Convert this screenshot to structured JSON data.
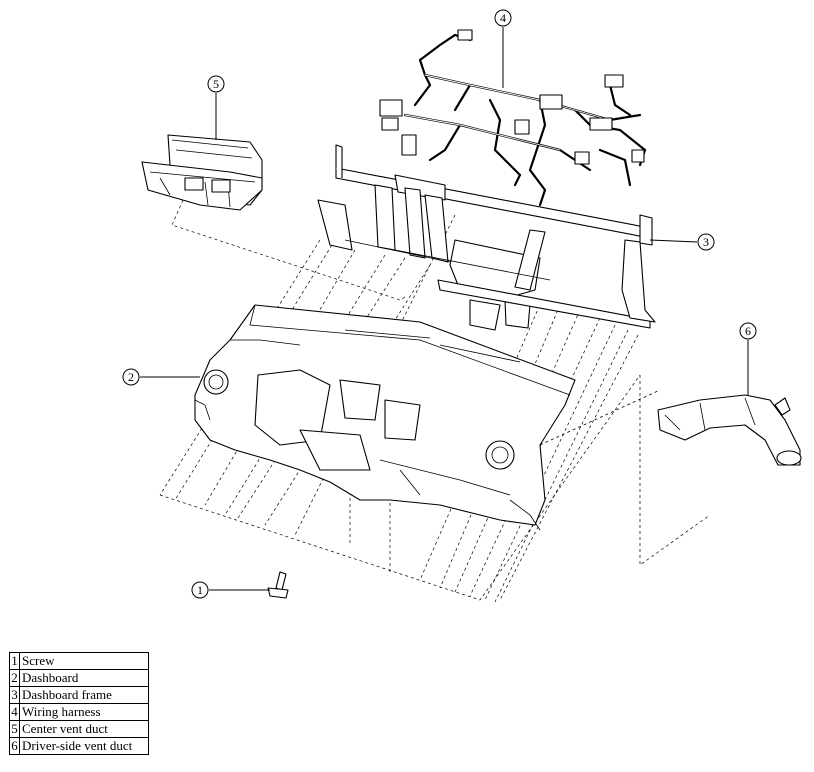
{
  "callouts": [
    {
      "number": "1"
    },
    {
      "number": "2"
    },
    {
      "number": "3"
    },
    {
      "number": "4"
    },
    {
      "number": "5"
    },
    {
      "number": "6"
    }
  ],
  "legend": [
    {
      "number": "1",
      "name": "Screw"
    },
    {
      "number": "2",
      "name": "Dashboard"
    },
    {
      "number": "3",
      "name": "Dashboard frame"
    },
    {
      "number": "4",
      "name": "Wiring harness"
    },
    {
      "number": "5",
      "name": "Center vent duct"
    },
    {
      "number": "6",
      "name": "Driver-side vent duct"
    }
  ]
}
